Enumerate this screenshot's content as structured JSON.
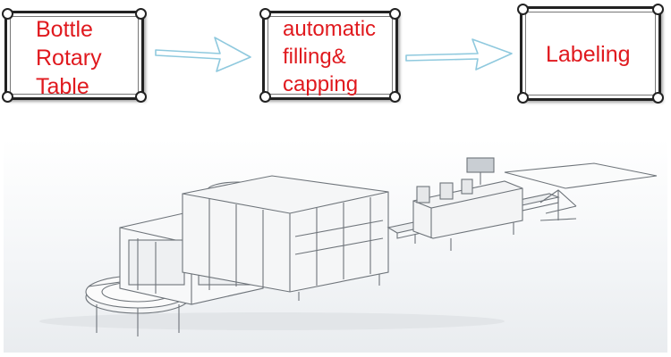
{
  "stages": [
    {
      "label": "Bottle\nRotary\nTable"
    },
    {
      "label": "automatic\nfilling&\ncapping"
    },
    {
      "label": "Labeling"
    }
  ],
  "colors": {
    "label_text": "#e0191e",
    "arrow_outline": "#8fc9de",
    "frame": "#222222",
    "machine_line": "#6e747a"
  },
  "illustration": {
    "subject": "filling, capping and labeling production line with rotary table and conveyor"
  }
}
